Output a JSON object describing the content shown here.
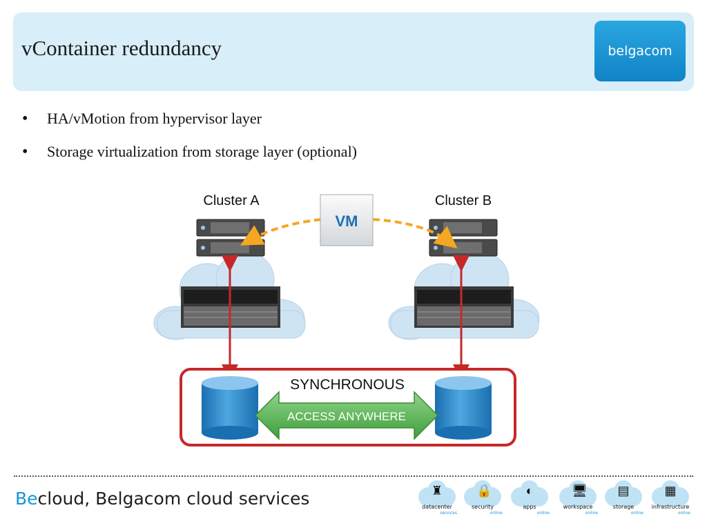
{
  "header": {
    "title": "vContainer redundancy",
    "logo_text": "belgacom"
  },
  "bullets": [
    "HA/vMotion from hypervisor layer",
    "Storage virtualization from storage layer (optional)"
  ],
  "diagram": {
    "cluster_a_label": "Cluster A",
    "cluster_b_label": "Cluster B",
    "vm_label": "VM",
    "sync_label": "SYNCHRONOUS",
    "access_label": "ACCESS ANYWHERE",
    "colors": {
      "arrow_orange": "#f5a623",
      "link_red": "#c62828",
      "box_red": "#c62828",
      "green_arrow": "#5cb85c",
      "cylinder_blue": "#2a86c8",
      "cloud": "#cfe4f3"
    }
  },
  "footer": {
    "title_accent": "Be",
    "title_rest": "cloud, Belgacom cloud services",
    "services": [
      {
        "icon": "datacenter-icon",
        "glyph": "♜",
        "label": "datacenter",
        "sub": "services"
      },
      {
        "icon": "security-icon",
        "glyph": "🔒",
        "label": "security",
        "sub": "online"
      },
      {
        "icon": "apps-icon",
        "glyph": "◐",
        "label": "apps",
        "sub": "online"
      },
      {
        "icon": "workspace-icon",
        "glyph": "🖥",
        "label": "workspace",
        "sub": "online"
      },
      {
        "icon": "storage-icon",
        "glyph": "▤",
        "label": "storage",
        "sub": "online"
      },
      {
        "icon": "infrastructure-icon",
        "glyph": "▦",
        "label": "infrastructure",
        "sub": "online"
      }
    ]
  }
}
